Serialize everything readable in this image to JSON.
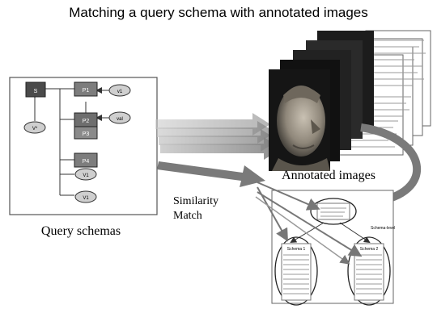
{
  "title": "Matching a query schema with annotated images",
  "labels": {
    "query_schemas": "Query schemas",
    "annotated_images": "Annotated images",
    "similarity_line1": "Similarity",
    "similarity_line2": "Match"
  },
  "schema_nodes": {
    "root": "S",
    "p1": "P1",
    "v1": "V1",
    "p2": "P2",
    "p3": "P3",
    "p4": "P4",
    "v_root": "V*",
    "vb": "V1",
    "vc": "V1",
    "right_a": "v1",
    "right_b": "val"
  },
  "result_doc": {
    "header": "Schema-level",
    "left_box_title": "Schema 1",
    "right_box_title": "Schema 2"
  },
  "colors": {
    "arrow_gray": "#8a8a8a",
    "node_dark": "#4a4a4a",
    "node_light": "#cfcfcf"
  }
}
